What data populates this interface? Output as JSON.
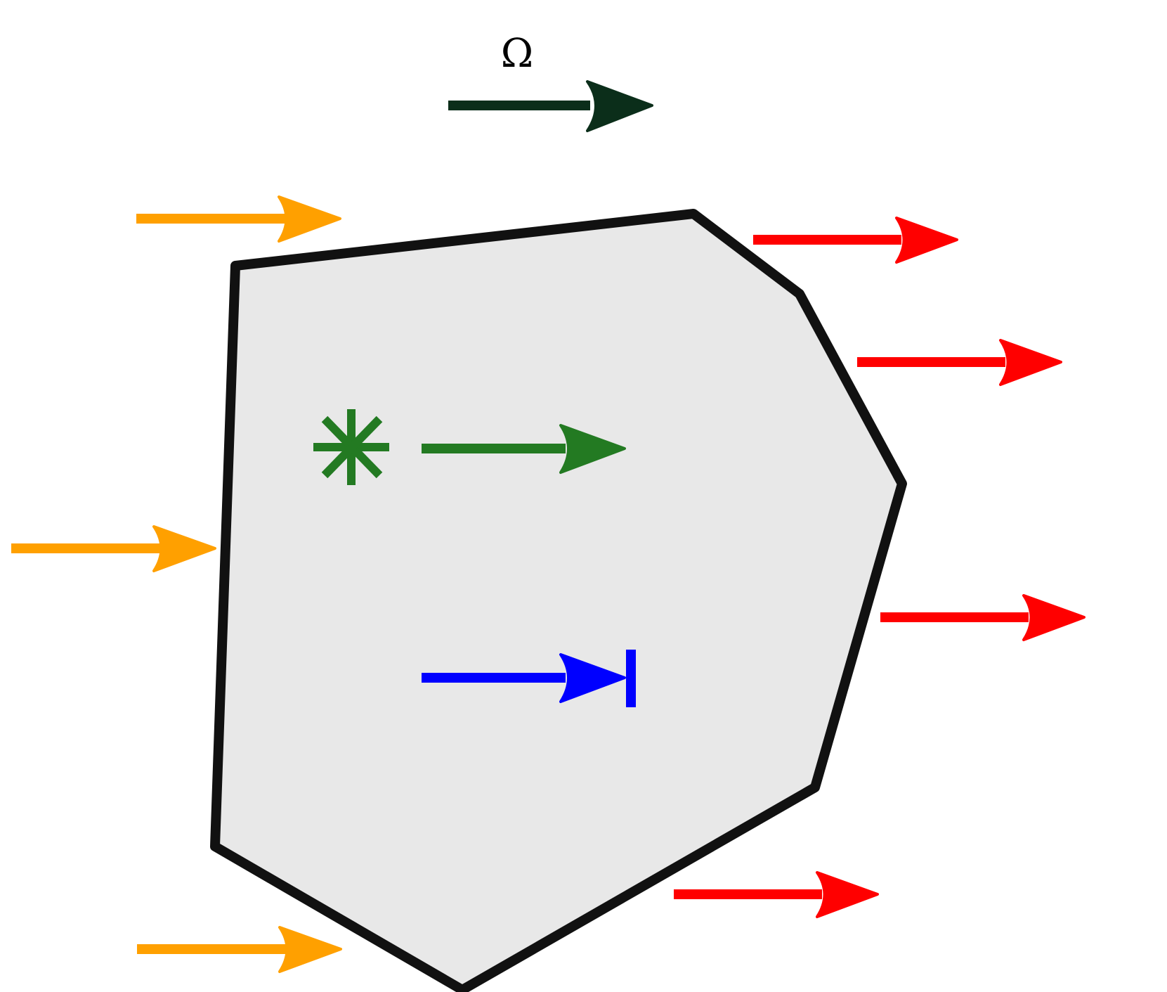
{
  "diagram": {
    "label": "Ω",
    "colors": {
      "omega_arrow": "#0b2e1a",
      "inflow": "#ffa000",
      "outflow": "#ff0000",
      "source": "#237a22",
      "sink": "#0000ff",
      "region_fill": "#e8e8e8",
      "region_stroke": "#111111"
    },
    "symbols": {
      "source": "asterisk",
      "sink": "arrow-with-bar"
    }
  }
}
